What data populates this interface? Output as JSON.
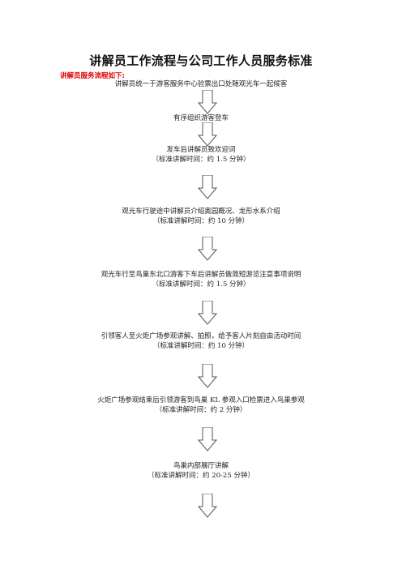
{
  "document": {
    "title": "讲解员工作流程与公司工作人员服务标准",
    "subtitle": "讲解员服务流程如下:",
    "steps": [
      {
        "text": "讲解员统一于游客服务中心验票出口处随观光车一起候客",
        "time": ""
      },
      {
        "text": "有序组织游客登车",
        "time": ""
      },
      {
        "text": "发车后讲解员致欢迎词",
        "time": "（标准讲解时间：约 1.5 分钟）"
      },
      {
        "text": "观光车行驶途中讲解员介绍奥园概况、龙形水系介绍",
        "time": "（标准讲解时间：约 10 分钟）"
      },
      {
        "text": "观光车行至鸟巢东北口游客下车后讲解员做简短游览注意事项说明",
        "time": "（标准讲解时间：约 1.5 分钟）"
      },
      {
        "text": "引领客人至火炬广场参观讲解、拍照，给予客人片刻自由活动时间",
        "time": "（标准讲解时间：约 10 分钟）"
      },
      {
        "text": "火炬广场参观结束后引领游客到鸟巢 KL 参观入口检票进入鸟巢参观",
        "time": "（标准讲解时间：约 2 分钟）"
      },
      {
        "text": "鸟巢内部展厅讲解",
        "time": "（标准讲解时间：约 20-25 分钟）"
      }
    ]
  }
}
